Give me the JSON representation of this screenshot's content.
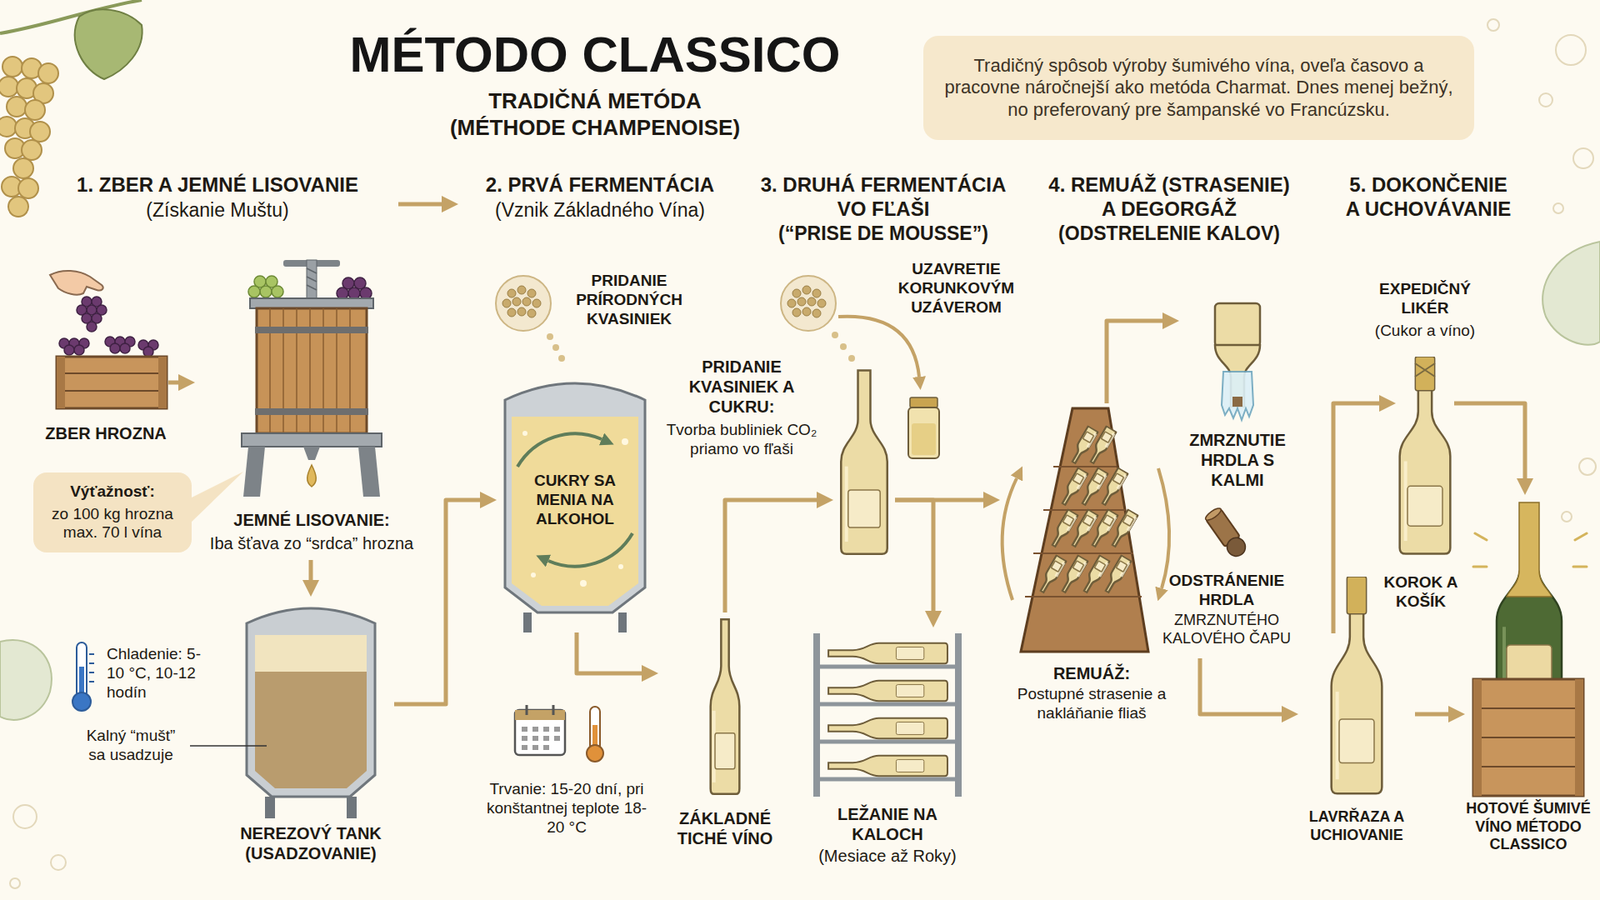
{
  "diagram": {
    "title": "MÉTODO CLASSICO",
    "nodes": [
      {
        "text": [
          "Tradičný spôsob výroby šumivého vína, oveľa časovo a pracovne náročnejší ako metóda Charmat. Dnes menej bežný, no preferovaný pre šampanské vo Francúzsku."
        ]
      },
      {
        "text": [
          "ZBER HROZNA"
        ]
      },
      {
        "text": [
          "JEMNÉ LISOVANIE:",
          "Iba šťava zo “srdca” hrozna"
        ]
      },
      {
        "text": [
          "Výťažnosť:",
          "zo 100 kg hrozna max. 70 l vína"
        ]
      },
      {
        "text": [
          "NEREZOVÝ TANK (USADZOVANIE)"
        ]
      },
      {
        "text": [
          "CUKRY SA MENIA NA ALKOHOL"
        ]
      },
      {
        "text": [
          "ZÁKLADNÉ TICHÉ VÍNO"
        ]
      },
      {
        "text": [
          "PRIDANIE KVASINIEK A CUKRU:",
          "Tvorba bubliniek CO₂ priamo vo fľaši"
        ]
      },
      {
        "text": [
          "UZAVRETIE KORUNKOVÝM UZÁVEROM"
        ]
      },
      {
        "text": [
          "LEŽANIE NA KALOCH",
          "(Mesiace až Roky)"
        ]
      },
      {
        "text": [
          "REMUÁŽ:",
          "Postupné strasenie a nakláňanie fliaš"
        ]
      },
      {
        "text": [
          "ZMRZNUTIE HRDLA S KALMI"
        ]
      },
      {
        "text": [
          "ODSTRÁNENIE HRDLA",
          "ZMRZNUTÉHO KALOVÉHO ČAPU"
        ]
      },
      {
        "text": [
          "LAVRŘAZA A UCHIOVANIE"
        ]
      },
      {
        "text": [
          "EXPEDIČNÝ LIKÉR",
          "(Cukor a víno)",
          "KOROK A KOŠÍK"
        ]
      },
      {
        "text": [
          "HOTOVÉ ŠUMIVÉ VÍNO MÉTODO CLASSICO"
        ]
      }
    ],
    "edges": [
      {
        "from": 1,
        "to": 2,
        "arrow": "to"
      },
      {
        "from": 2,
        "to": 4,
        "arrow": "to"
      },
      {
        "from": 4,
        "to": 5,
        "arrow": "to"
      },
      {
        "from": 5,
        "to": 6,
        "arrow": "to"
      },
      {
        "from": 6,
        "to": 7,
        "arrow": "to"
      },
      {
        "from": 7,
        "to": 9,
        "arrow": "to"
      },
      {
        "from": 7,
        "to": 10,
        "arrow": "to"
      },
      {
        "from": 10,
        "to": 11,
        "arrow": "to"
      },
      {
        "from": 12,
        "to": 13,
        "arrow": "to"
      },
      {
        "from": 13,
        "to": 14,
        "arrow": "to"
      },
      {
        "from": 14,
        "to": 15,
        "arrow": "to"
      },
      {
        "from": 13,
        "to": 15,
        "arrow": "to"
      }
    ],
    "labels": [
      "TRADIČNÁ METÓDA",
      "(MÉTHODE CHAMPENOISE)",
      "1. ZBER A JEMNÉ LISOVANIE",
      "(Získanie Muštu)",
      "2. PRVÁ FERMENTÁCIA",
      "(Vznik Základného Vína)",
      "3. DRUHÁ FERMENTÁCIA VO FĽAŠI",
      "(“PRISE DE MOUSSE”)",
      "4. REMUÁŽ (STRASENIE) A DEGORGÁŽ",
      "(ODSTRELENIE KALOV)",
      "5. DOKONČENIE A UCHOVÁVANIE",
      "Chladenie: 5-10 °C, 10-12 hodín",
      "Kalný “mušt” sa usadzuje",
      "PRIDANIE PRÍRODNÝCH KVASINIEK",
      "Trvanie: 15-20 dní, pri konštantnej teplote 18-20 °C"
    ]
  }
}
